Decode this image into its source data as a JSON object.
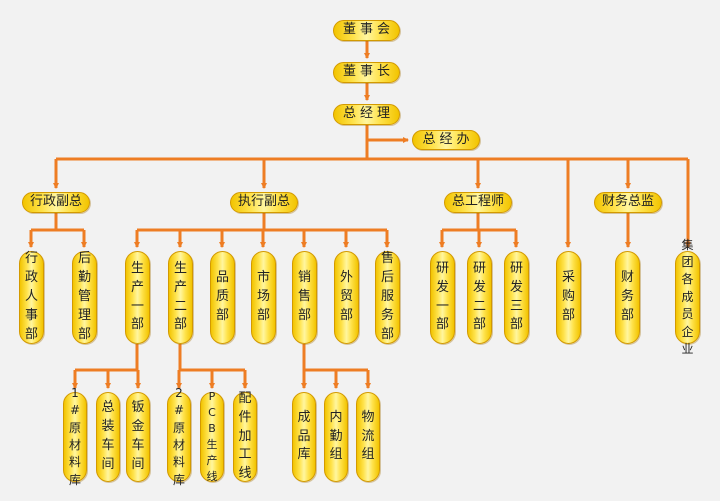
{
  "colors": {
    "line": "#ee7d24",
    "node_fill": "#ffe34d",
    "node_border": "#d39a00",
    "background": "#f2f2f2"
  },
  "nodes": {
    "board": "董事会",
    "chairman": "董事长",
    "general_manager": "总经理",
    "gm_office": "总经办",
    "admin_vp": "行政副总",
    "exec_vp": "执行副总",
    "chief_engineer": "总工程师",
    "finance_director": "财务总监",
    "hr_dept": "行政人事部",
    "logistics_dept": "后勤管理部",
    "production_1": "生产一部",
    "production_2": "生产二部",
    "quality_dept": "品质部",
    "marketing_dept": "市场部",
    "sales_dept": "销售部",
    "trade_dept": "外贸部",
    "after_sales_dept": "售后服务部",
    "rd_1": "研发一部",
    "rd_2": "研发二部",
    "rd_3": "研发三部",
    "purchasing_dept": "采购部",
    "finance_dept": "财务部",
    "group_companies": "集团各成员企业",
    "raw_material_1": "1#原材料库",
    "assembly_workshop": "总装车间",
    "sheet_metal_workshop": "钣金车间",
    "raw_material_2": "2#原材料库",
    "pcb_line": "PCB生产线",
    "parts_line": "配件加工线",
    "finished_goods": "成品库",
    "internal_team": "内勤组",
    "logistics_team": "物流组"
  }
}
